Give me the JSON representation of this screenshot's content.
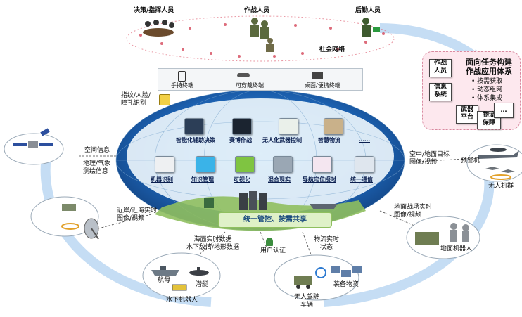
{
  "top": {
    "commanders": "决策/指挥人员",
    "combat_personnel": "作战人员",
    "logistics_personnel": "后勤人员",
    "social_network": "社会网络"
  },
  "terminals": {
    "handheld": "手持终端",
    "wearable": "可穿戴终端",
    "desktop": "桌面/便携终端"
  },
  "biometric": "指纹/人脸/\n瞳孔识别",
  "functions": {
    "row1": [
      "智能化辅助决策",
      "赛博作战",
      "无人化武器控制",
      "智慧物流",
      "……"
    ],
    "row2": [
      "机器识别",
      "知识管理",
      "可视化",
      "混合现实",
      "导航定位授时",
      "统一通信"
    ]
  },
  "unified": "统一管控、按需共享",
  "left_labels": {
    "space_info": "空间信息",
    "geo_info": "地理/气象\n测绘信息",
    "nearshore": "近岸/近海实时\n图像/视频"
  },
  "right_labels": {
    "air_ground": "空中/地面目标\n图像/视频",
    "battlefield": "地面战场实时\n图像/视频",
    "early_warning": "预警机",
    "drone_swarm": "无人机群",
    "ground_robot": "地面机器人"
  },
  "bottom_labels": {
    "maritime_data": "海面实时数据\n水下敌情/地形数据",
    "user_auth": "用户认证",
    "logistics_status": "物流实时\n状态",
    "carrier": "航母",
    "submarine": "潜艇",
    "underwater_robot": "水下机器人",
    "unmanned_vehicle": "无人驾驶\n车辆",
    "equipment": "装备物资"
  },
  "panel": {
    "title": "面向任务构建\n作战应用体系",
    "boxes": {
      "combat": "作战\n人员",
      "info": "信息\n系统",
      "weapon": "武器\n平台",
      "logistics": "物流\n保障",
      "more": "…"
    },
    "bullets": [
      "按需获取",
      "动态组网",
      "体系集成"
    ]
  },
  "colors": {
    "arc": "#9cc6ee",
    "ocean": "#1f6fc2",
    "land": "#e6f2fa",
    "panel_bg": "#fde8ee",
    "accent_green": "#8fbf5f"
  }
}
